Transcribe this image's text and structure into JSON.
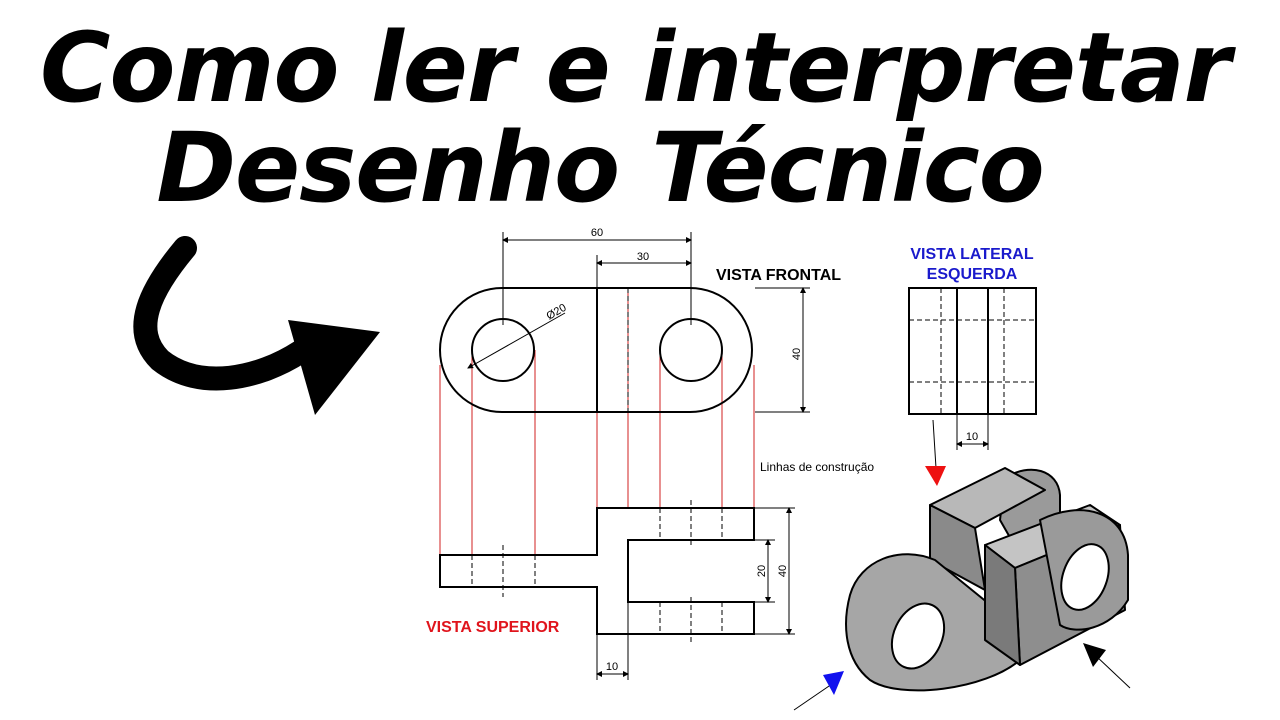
{
  "title": {
    "line1": "Como ler e interpretar",
    "line2": "Desenho Técnico"
  },
  "views": {
    "front": "VISTA FRONTAL",
    "top": "VISTA SUPERIOR",
    "side_line1": "VISTA LATERAL",
    "side_line2": "ESQUERDA"
  },
  "dimensions": {
    "width_total": "60",
    "width_half": "30",
    "hole_diameter": "Ø20",
    "height_front": "40",
    "depth_top": "40",
    "slot_top": "20",
    "thickness_top": "10",
    "thickness_side": "10"
  },
  "annotations": {
    "construction_lines": "Linhas de construção"
  },
  "colors": {
    "front_label": "#000000",
    "top_label": "#e0141c",
    "side_label": "#1a1acc",
    "construction": "#d22020",
    "arrow_red": "#ee1111",
    "arrow_blue": "#1111ee",
    "solid_face": "#8e8e8e",
    "solid_top": "#b8b8b8"
  },
  "icons": [
    "curved-arrow-icon",
    "red-view-arrow-icon",
    "blue-view-arrow-icon",
    "black-view-arrow-icon"
  ]
}
